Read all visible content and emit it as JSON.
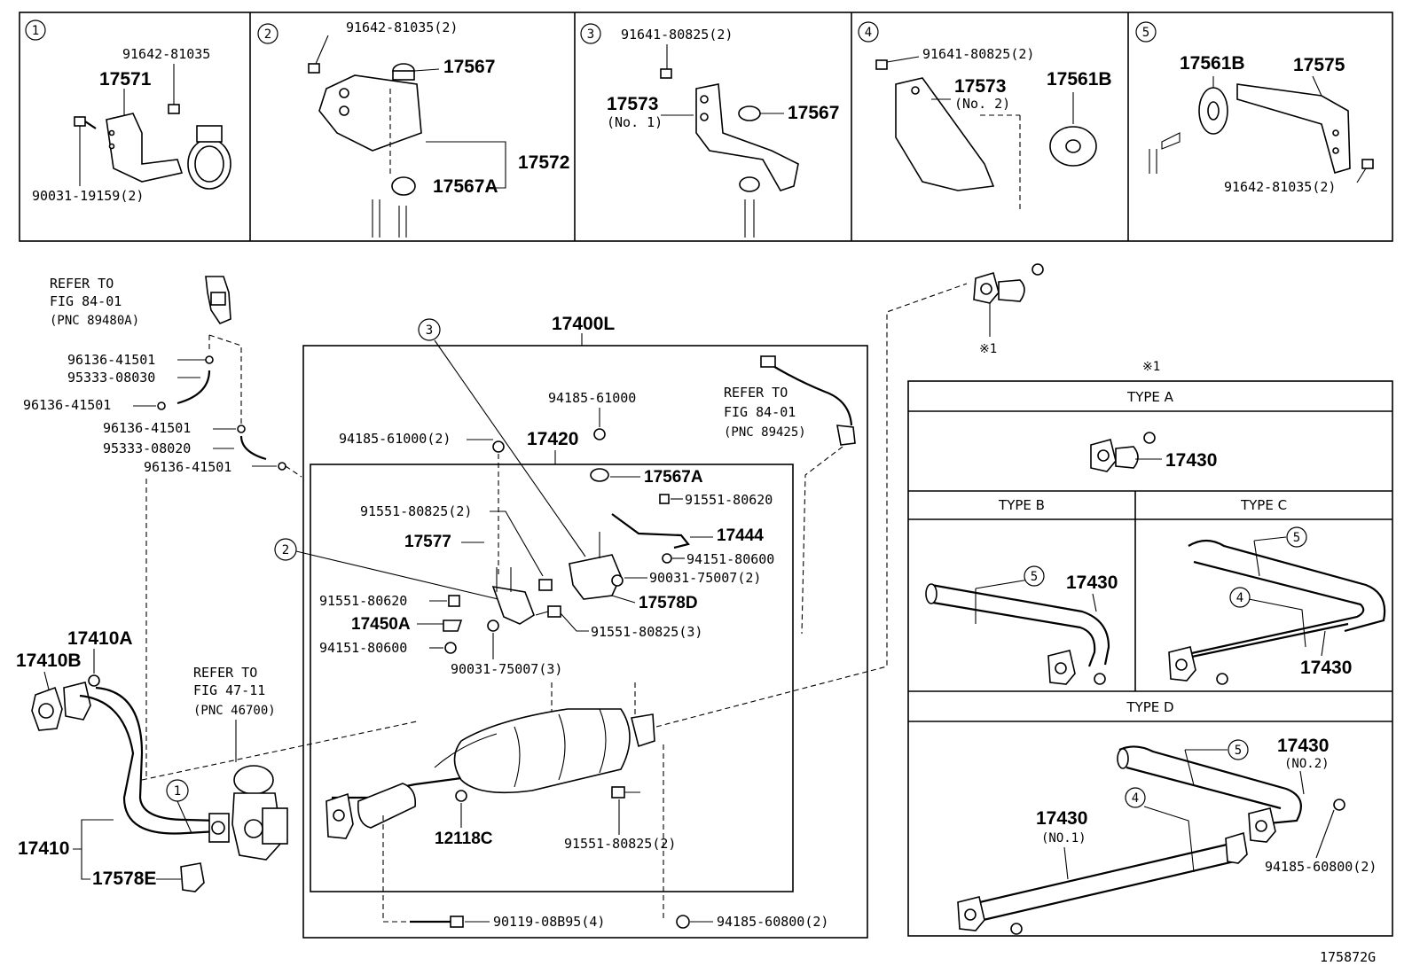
{
  "panels": [
    {
      "num": "1",
      "parts": [
        {
          "label": "91642-81035"
        },
        {
          "label": "17571"
        },
        {
          "label": "90031-19159(2)"
        }
      ]
    },
    {
      "num": "2",
      "parts": [
        {
          "label": "91642-81035(2)"
        },
        {
          "label": "17567"
        },
        {
          "label": "17572"
        },
        {
          "label": "17567A"
        }
      ]
    },
    {
      "num": "3",
      "parts": [
        {
          "label": "91641-80825(2)"
        },
        {
          "label": "17573"
        },
        {
          "label": "(No. 1)"
        },
        {
          "label": "17567"
        }
      ]
    },
    {
      "num": "4",
      "parts": [
        {
          "label": "91641-80825(2)"
        },
        {
          "label": "17573"
        },
        {
          "label": "(No. 2)"
        },
        {
          "label": "17561B"
        }
      ]
    },
    {
      "num": "5",
      "parts": [
        {
          "label": "17561B"
        },
        {
          "label": "17575"
        },
        {
          "label": "91642-81035(2)"
        }
      ]
    }
  ],
  "refer_a": {
    "l1": "REFER TO",
    "l2": "FIG 84-01",
    "l3": "(PNC 89480A)"
  },
  "refer_b": {
    "l1": "REFER TO",
    "l2": "FIG 84-01",
    "l3": "(PNC 89425)"
  },
  "refer_c": {
    "l1": "REFER TO",
    "l2": "FIG 47-11",
    "l3": "(PNC 46700)"
  },
  "left_parts": [
    "96136-41501",
    "95333-08030",
    "96136-41501",
    "96136-41501",
    "95333-08020",
    "96136-41501"
  ],
  "pipe_parts": {
    "p17410A": "17410A",
    "p17410B": "17410B",
    "p17410": "17410",
    "p17578E": "17578E"
  },
  "main": {
    "assembly": "17400L",
    "subassembly": "17420",
    "parts": {
      "a": "94185-61000",
      "b": "94185-61000(2)",
      "c": "17567A",
      "d": "91551-80620",
      "e": "91551-80825(2)",
      "f": "17444",
      "g": "17577",
      "h": "94151-80600",
      "i": "90031-75007(2)",
      "j": "17578D",
      "k": "91551-80620",
      "l": "17450A",
      "m": "91551-80825(3)",
      "n": "94151-80600",
      "o": "90031-75007(3)",
      "p": "12118C",
      "q": "91551-80825(2)",
      "r": "90119-08B95(4)",
      "s": "94185-60800(2)"
    }
  },
  "note_mark": "※1",
  "types": {
    "header": "※1",
    "a": {
      "title": "TYPE A",
      "part": "17430"
    },
    "b": {
      "title": "TYPE B",
      "part": "17430",
      "ref": "5"
    },
    "c": {
      "title": "TYPE C",
      "part": "17430",
      "ref1": "5",
      "ref2": "4"
    },
    "d": {
      "title": "TYPE D",
      "part1": "17430",
      "part1_sub": "(NO.2)",
      "part2": "17430",
      "part2_sub": "(NO.1)",
      "nut": "94185-60800(2)",
      "ref1": "5",
      "ref2": "4"
    }
  },
  "circle_refs": {
    "c1": "1",
    "c2": "2",
    "c3": "3"
  },
  "figure_id": "175872G"
}
